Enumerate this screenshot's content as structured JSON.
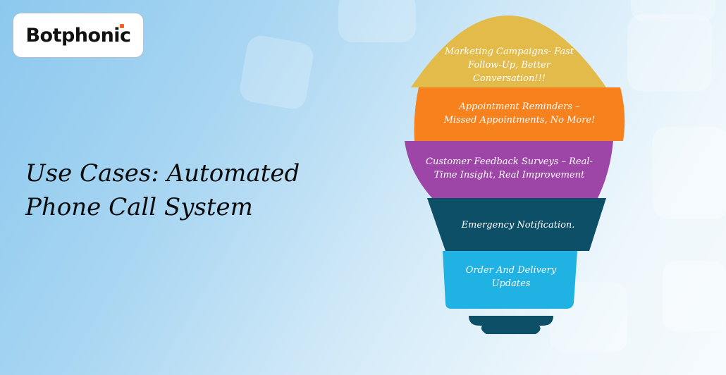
{
  "brand": {
    "name": "Botphonic"
  },
  "headline": {
    "line1": "Use Cases: Automated",
    "line2": "Phone Call System"
  },
  "diagram": {
    "segments": [
      {
        "line1": "Marketing Campaigns- Fast",
        "line2": "Follow-Up, Better",
        "line3": "Conversation!!!",
        "color": "#e2bb4a"
      },
      {
        "line1": "Appointment Reminders –",
        "line2": "Missed Appointments, No More!",
        "color": "#f6811d"
      },
      {
        "line1": "Customer Feedback Surveys – Real-",
        "line2": "Time Insight, Real Improvement",
        "color": "#9e46a8"
      },
      {
        "line1": "Emergency Notification.",
        "color": "#0d4f67"
      },
      {
        "line1": "Order And Delivery",
        "line2": "Updates",
        "color": "#1fb2e2"
      }
    ],
    "base_color": "#0d4f67"
  }
}
